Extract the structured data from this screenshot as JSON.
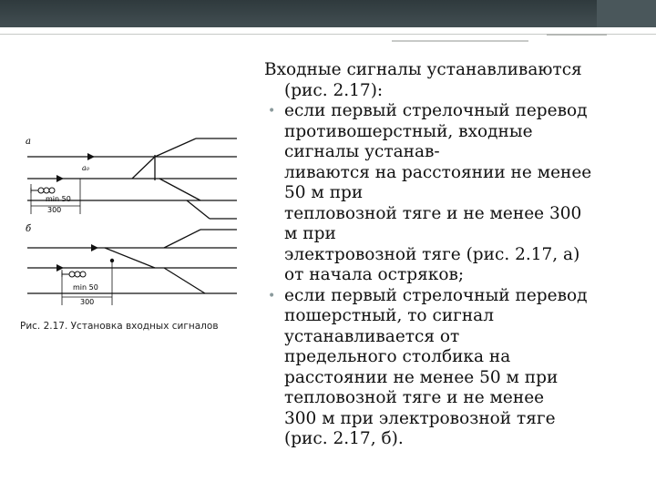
{
  "slide": {
    "lead_line1": "Входные сигналы устанавливаются",
    "lead_line2": "(рис. 2.17):",
    "bullets": [
      {
        "lines": [
          "если первый стрелочный перевод",
          "противошерстный, входные",
          "сигналы устанав-",
          "ливаются на расстоянии не менее",
          "50 м при",
          "тепловозной тяге и не менее 300",
          "м при",
          "электровозной тяге (рис. 2.17, а)",
          "от начала остряков;"
        ]
      },
      {
        "lines": [
          "если первый стрелочный перевод",
          "пошерстный, то сигнал",
          "устанавливается от",
          "предельного столбика на",
          "расстоянии не менее 50 м при",
          "тепловозной тяге и не менее",
          "300 м при электровозной тяге",
          "(рис. 2.17, б)."
        ]
      }
    ]
  },
  "figure": {
    "label_a": "а",
    "label_b": "б",
    "label_a0": "а₀",
    "min_label_a": "min 50",
    "dist_label_a": "300",
    "min_label_b": "min 50",
    "dist_label_b": "300",
    "caption": "Рис. 2.17. Установка входных сигналов"
  },
  "colors": {
    "header_bar": "#2f3a3d",
    "bullet": "#8a9a9c",
    "rule": "#c7c9c7"
  }
}
